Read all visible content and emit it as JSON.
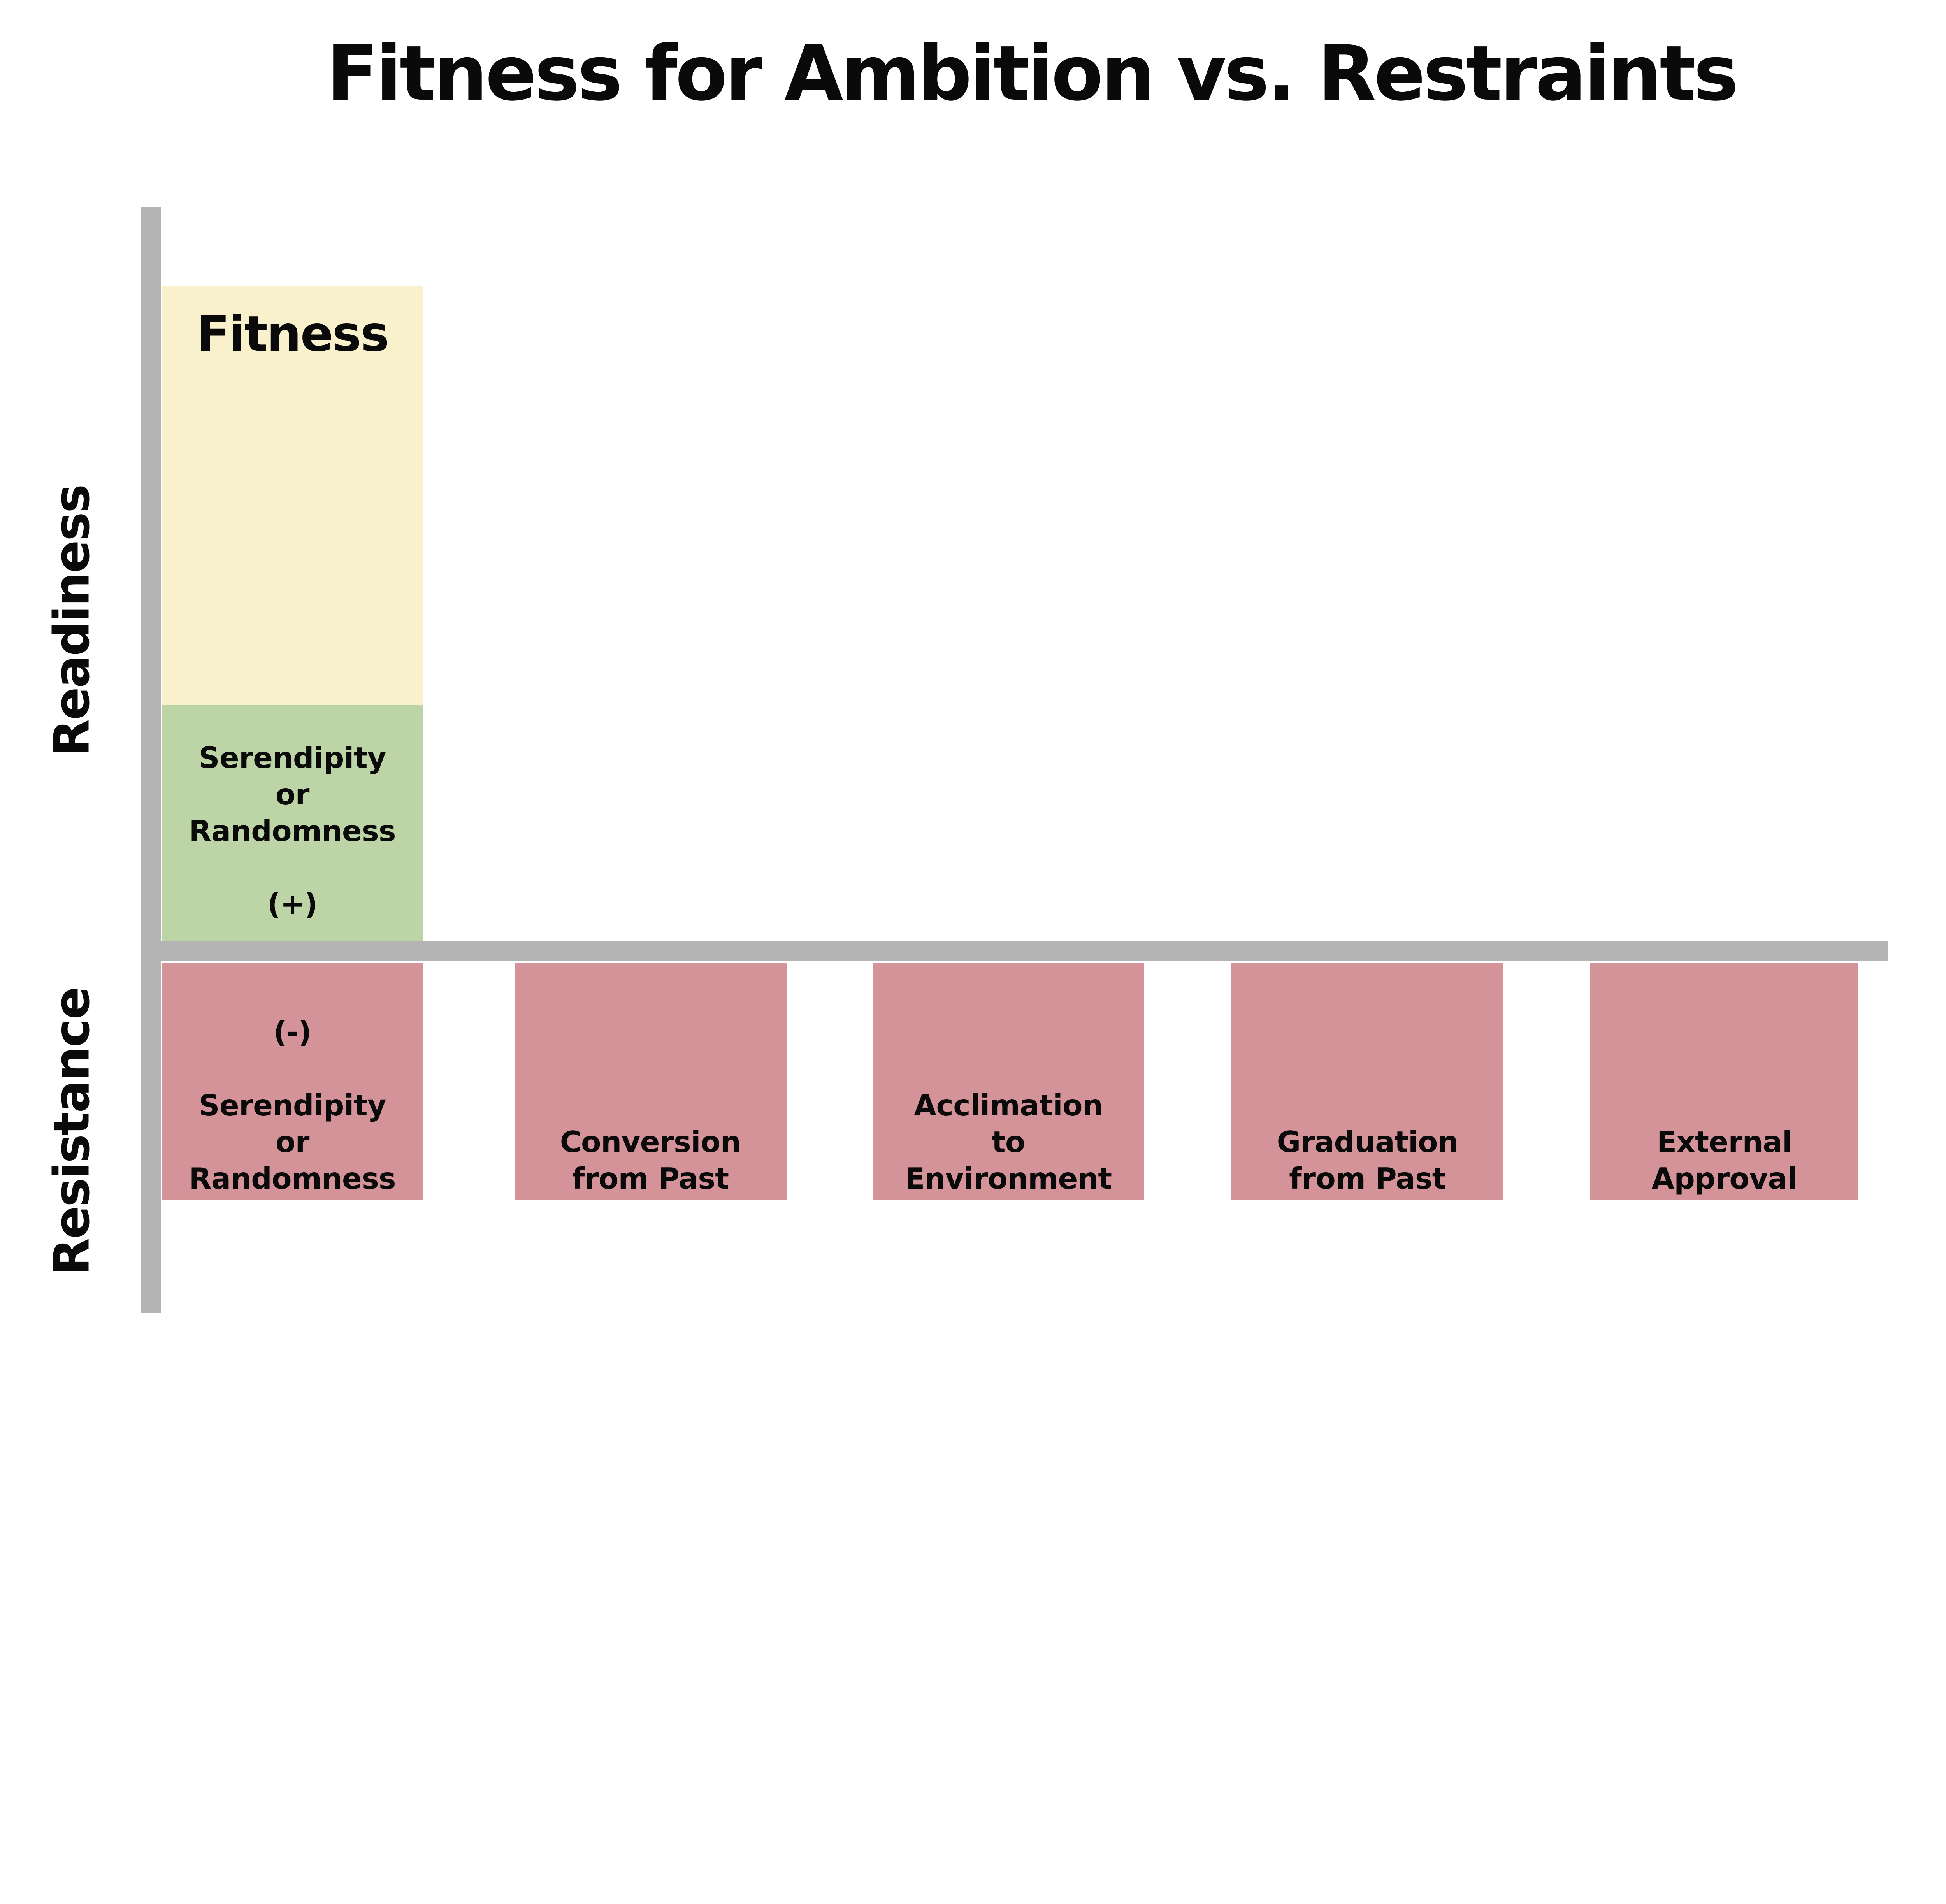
{
  "title": "Fitness for Ambition vs. Restraints",
  "y_axis": {
    "top_label": "Readiness",
    "bottom_label": "Resistance"
  },
  "readiness_stack": {
    "fitness_label": "Fitness",
    "serendipity": {
      "lines": [
        "Serendipity",
        "or",
        "Randomness"
      ],
      "sign": "(+)"
    }
  },
  "resistance_bars": [
    {
      "sign": "(-)",
      "lines": [
        "Serendipity",
        "or",
        "Randomness"
      ]
    },
    {
      "lines": [
        "Conversion",
        "from Past"
      ]
    },
    {
      "lines": [
        "Acclimation",
        "to",
        "Environment"
      ]
    },
    {
      "lines": [
        "Graduation",
        "from Past"
      ]
    },
    {
      "lines": [
        "External",
        "Approval"
      ]
    }
  ],
  "colors": {
    "fitness_yellow": "#F8F1CB",
    "serendipity_green": "#BDD5A6",
    "resistance_pink": "#D49398",
    "axis_gray": "#B4B4B4",
    "text_black": "#0A0A0A",
    "background": "#FFFFFF"
  }
}
